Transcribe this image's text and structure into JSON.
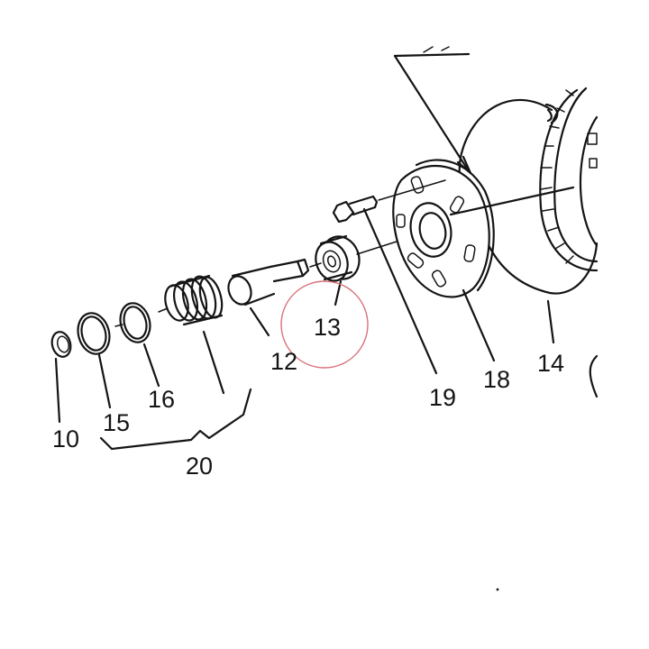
{
  "diagram": {
    "labels": {
      "p10": "10",
      "p12": "12",
      "p13": "13",
      "p14": "14",
      "p15": "15",
      "p16": "16",
      "p18": "18",
      "p19": "19",
      "p20": "20"
    },
    "highlight_color": "#d9727a",
    "line_color": "#141414",
    "highlighted_part": "13"
  }
}
